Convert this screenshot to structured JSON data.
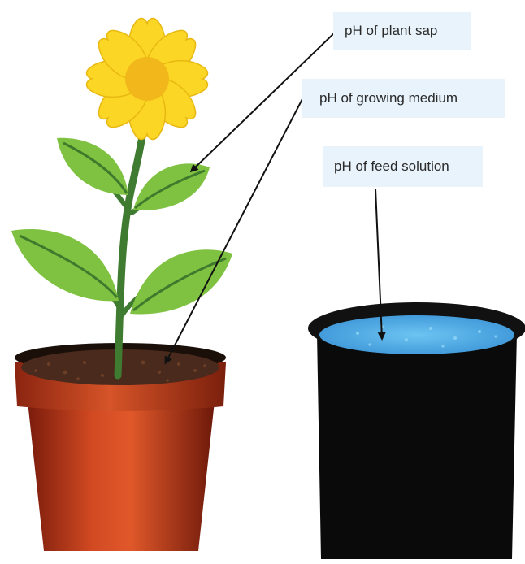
{
  "labels": {
    "plant_sap": "pH of plant sap",
    "growing_medium": "pH of growing medium",
    "feed_solution": "pH of feed solution"
  },
  "colors": {
    "petal": "#fbd624",
    "flower_center": "#f2b81b",
    "leaf": "#7fc241",
    "leaf_vein": "#3e7a2d",
    "stem": "#3f7b30",
    "pot_terracotta": "#c7421e",
    "soil": "#4a2a1c",
    "bucket": "#0a0a0a",
    "water": "#4aa6e2",
    "label_bg": "#e8f3fb",
    "arrow": "#111111"
  }
}
